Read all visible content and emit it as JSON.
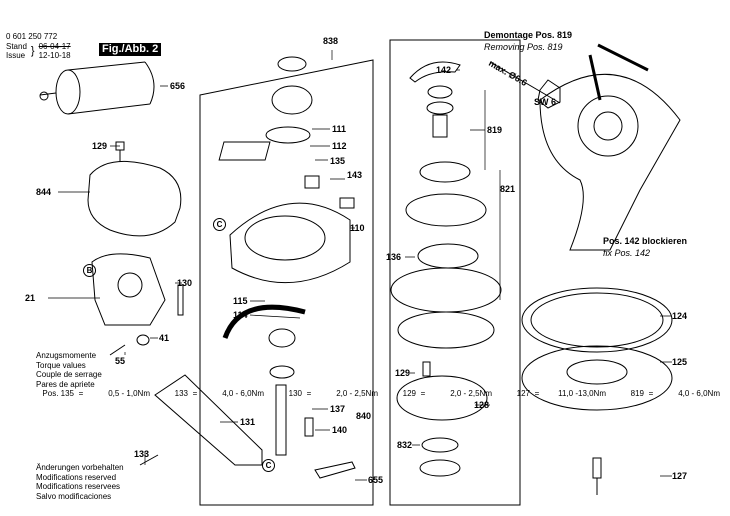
{
  "header": {
    "doc_number": "0 601 250 772",
    "stand_label": "Stand",
    "issue_label": "Issue",
    "old_date": "06-04-17",
    "issue_date": "12-10-18",
    "figure": "Fig./Abb. 2"
  },
  "torque": {
    "titles": [
      "Anzugsmomente",
      "Torque values",
      "Couple de serrage",
      "Pares de apriete"
    ],
    "rows": [
      {
        "pos": "Pos. 135",
        "eq": "=",
        "val": "0,5 - 1,0Nm"
      },
      {
        "pos": "133",
        "eq": "=",
        "val": "4,0 - 6,0Nm"
      },
      {
        "pos": "130",
        "eq": "=",
        "val": "2,0 - 2,5Nm"
      },
      {
        "pos": "129",
        "eq": "=",
        "val": "2,0 - 2,5Nm"
      },
      {
        "pos": "127",
        "eq": "=",
        "val": "11,0 -13,0Nm"
      },
      {
        "pos": "819",
        "eq": "=",
        "val": "4,0 - 6,0Nm"
      }
    ]
  },
  "notes": [
    "Änderungen vorbehalten",
    "Modifications reserved",
    "Modifications reservees",
    "Salvo modificaciones"
  ],
  "instructions": {
    "removing_de": "Demontage Pos. 819",
    "removing_en": "Removing Pos. 819",
    "max": "max. Ø6.6",
    "sw": "SW 6",
    "fix_de": "Pos. 142 blockieren",
    "fix_en": "fix Pos. 142"
  },
  "parts": [
    "656",
    "129",
    "844",
    "B",
    "130",
    "21",
    "41",
    "55",
    "133",
    "838",
    "111",
    "112",
    "135",
    "143",
    "C",
    "110",
    "115",
    "114",
    "131",
    "C",
    "137",
    "840",
    "140",
    "655",
    "142",
    "819",
    "821",
    "136",
    "129",
    "128",
    "832",
    "124",
    "125",
    "127"
  ]
}
